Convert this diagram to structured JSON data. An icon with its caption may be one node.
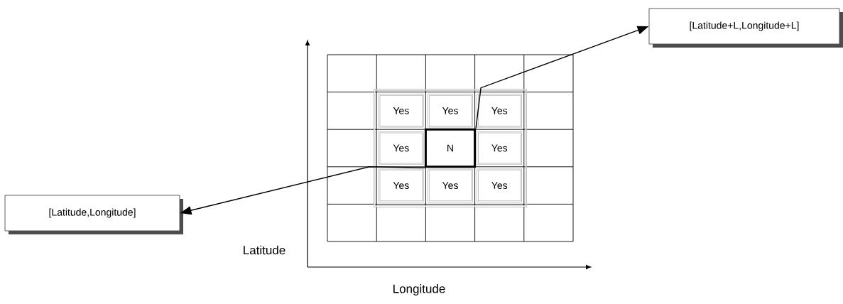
{
  "diagram": {
    "nodes": [
      {
        "text": [
          "[Latitude+L,Longitude+L]"
        ]
      },
      {
        "text": [
          "Yes"
        ]
      },
      {
        "text": [
          "Yes"
        ]
      },
      {
        "text": [
          "Yes"
        ]
      },
      {
        "text": [
          "Yes"
        ]
      },
      {
        "text": [
          "N"
        ]
      },
      {
        "text": [
          "Yes"
        ]
      },
      {
        "text": [
          "Yes"
        ]
      },
      {
        "text": [
          "Yes"
        ]
      },
      {
        "text": [
          "Yes"
        ]
      },
      {
        "text": [
          "[Latitude,Longitude]"
        ]
      }
    ],
    "edges": [
      {
        "from": 5,
        "to": 0,
        "arrow": "to"
      },
      {
        "from": 5,
        "to": 10,
        "arrow": "to"
      }
    ],
    "labels": [
      "Latitude",
      "Longitude"
    ]
  }
}
